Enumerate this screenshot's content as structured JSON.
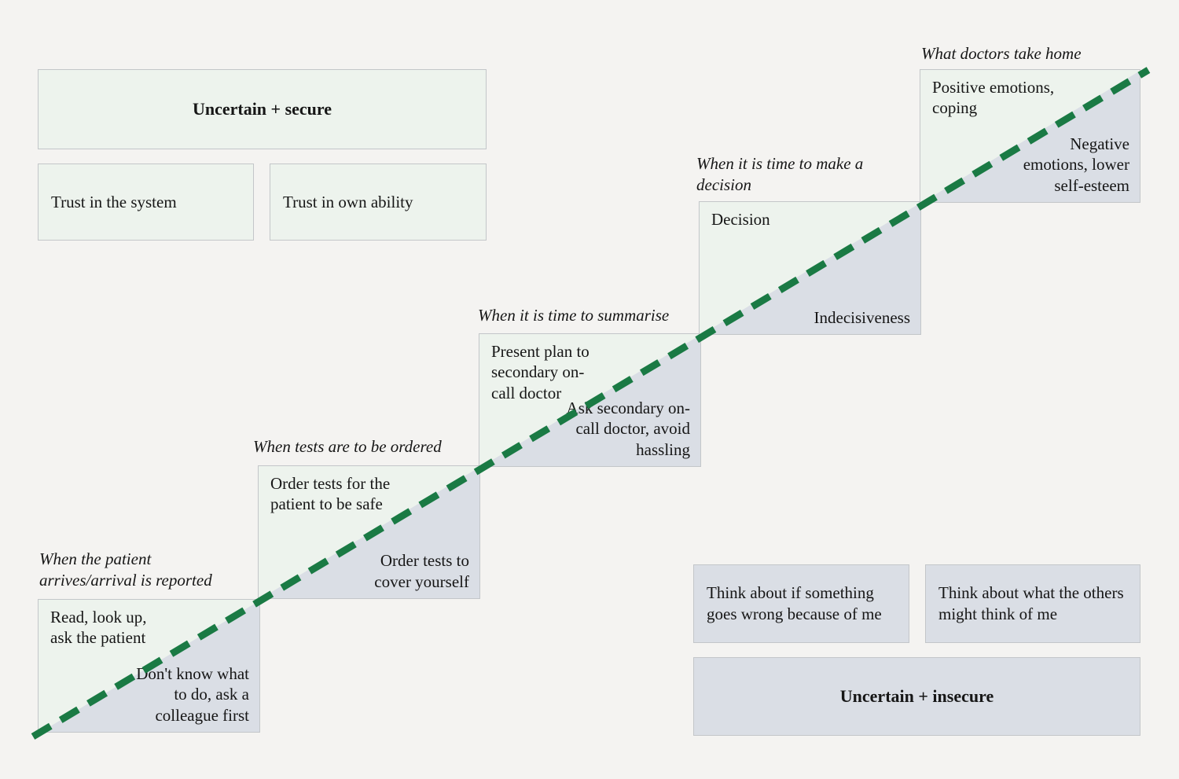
{
  "colors": {
    "background": "#f4f3f1",
    "secure_fill": "#edf3ed",
    "insecure_fill": "#dadee5",
    "border": "#c3c6c9",
    "dashed_line": "#1a7a44"
  },
  "legend_boxes": {
    "secure_header": "Uncertain + secure",
    "secure_items": [
      "Trust in the system",
      "Trust in own ability"
    ],
    "insecure_items": [
      "Think about if something goes wrong because of me",
      "Think about what the others might think of me"
    ],
    "insecure_header": "Uncertain + insecure"
  },
  "steps": [
    {
      "caption": "When the patient\narrives/arrival is reported",
      "secure_text": "Read, look up, ask the patient",
      "insecure_text": "Don't know what to do, ask a colleague first"
    },
    {
      "caption": "When tests are to be ordered",
      "secure_text": "Order tests for the patient to be safe",
      "insecure_text": "Order tests to cover yourself"
    },
    {
      "caption": "When it is time to summarise",
      "secure_text": "Present plan to secondary on-call doctor",
      "insecure_text": "Ask secondary on-call doctor, avoid hassling"
    },
    {
      "caption": "When it is time to make a\ndecision",
      "secure_text": "Decision",
      "insecure_text": "Indecisiveness"
    },
    {
      "caption": "What doctors take home",
      "secure_text": "Positive emotions, coping",
      "insecure_text": "Negative emotions, lower self-esteem"
    }
  ]
}
